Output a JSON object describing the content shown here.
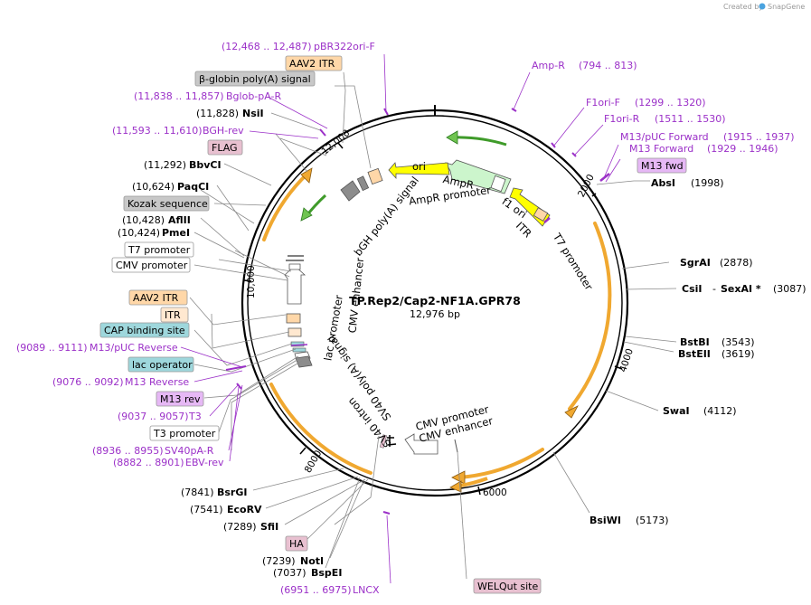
{
  "credit": {
    "text": "Created by",
    "brand": "SnapGene"
  },
  "plasmid": {
    "name": "TP.Rep2/Cap2-NF1A.GPR78",
    "length_label": "12,976 bp"
  },
  "ticks": [
    "2000",
    "4000",
    "6000",
    "8000",
    "10,000",
    "12,000"
  ],
  "enzymes": [
    {
      "name": "AbsI",
      "pos": "(1998)"
    },
    {
      "name": "SgrAI",
      "pos": "(2878)"
    },
    {
      "name": "CsiI",
      "name2": "SexAI *",
      "pos": "(3087)"
    },
    {
      "name": "BstBI",
      "pos": "(3543)"
    },
    {
      "name": "BstEII",
      "pos": "(3619)"
    },
    {
      "name": "SwaI",
      "pos": "(4112)"
    },
    {
      "name": "BsiWI",
      "pos": "(5173)"
    },
    {
      "name": "BspEI",
      "pos": "(7037)"
    },
    {
      "name": "NotI",
      "pos": "(7239)"
    },
    {
      "name": "SfiI",
      "pos": "(7289)"
    },
    {
      "name": "EcoRV",
      "pos": "(7541)"
    },
    {
      "name": "BsrGI",
      "pos": "(7841)"
    },
    {
      "name": "PmeI",
      "pos": "(10,424)"
    },
    {
      "name": "AflII",
      "pos": "(10,428)"
    },
    {
      "name": "PaqCI",
      "pos": "(10,624)"
    },
    {
      "name": "BbvCI",
      "pos": "(11,292)"
    },
    {
      "name": "NsiI",
      "pos": "(11,828)"
    }
  ],
  "primers": [
    {
      "name": "pBR322ori-F",
      "pos": "(12,468 .. 12,487)"
    },
    {
      "name": "Amp-R",
      "pos": "(794 .. 813)"
    },
    {
      "name": "F1ori-F",
      "pos": "(1299 .. 1320)"
    },
    {
      "name": "F1ori-R",
      "pos": "(1511 .. 1530)"
    },
    {
      "name": "M13/pUC Forward",
      "pos": "(1915 .. 1937)"
    },
    {
      "name": "M13 Forward",
      "pos": "(1929 .. 1946)"
    },
    {
      "name": "Bglob-pA-R",
      "pos": "(11,838 .. 11,857)"
    },
    {
      "name": "BGH-rev",
      "pos": "(11,593 .. 11,610)"
    },
    {
      "name": "M13/pUC Reverse",
      "pos": "(9089 .. 9111)"
    },
    {
      "name": "M13 Reverse",
      "pos": "(9076 .. 9092)"
    },
    {
      "name": "T3",
      "pos": "(9037 .. 9057)"
    },
    {
      "name": "SV40pA-R",
      "pos": "(8936 .. 8955)"
    },
    {
      "name": "EBV-rev",
      "pos": "(8882 .. 8901)"
    },
    {
      "name": "LNCX",
      "pos": "(6951 .. 6975)"
    }
  ],
  "boxed_features": {
    "aav2_itr_top": "AAV2 ITR",
    "bglobin": "β-globin poly(A) signal",
    "flag": "FLAG",
    "kozak": "Kozak sequence",
    "t7_promoter": "T7 promoter",
    "cmv_promoter": "CMV promoter",
    "aav2_itr_left": "AAV2 ITR",
    "itr": "ITR",
    "cap_binding": "CAP binding site",
    "lac_operator": "lac operator",
    "m13_rev": "M13 rev",
    "t3_promoter": "T3 promoter",
    "m13_fwd": "M13 fwd",
    "ha": "HA",
    "welqut": "WELQut site"
  },
  "inner_labels": {
    "ori": "ori",
    "ampr": "AmpR",
    "ampr_promoter": "AmpR promoter",
    "f1_ori": "f1 ori",
    "itr": "ITR",
    "t7_promoter": "T7 promoter",
    "bgh": "bGH poly(A) signal",
    "cmv_enhancer_left": "CMV enhancer",
    "lac_promoter": "lac promoter",
    "sv40_polya": "SV40 poly(A) signal",
    "sv40_intron": "SV40 intron",
    "cmv_promoter_bottom": "CMV promoter",
    "cmv_enhancer_bottom": "CMV enhancer"
  },
  "colors": {
    "ring": "#000000",
    "orf_arrow": "#f0a830",
    "primer": "#9b30c8",
    "ori": "#ffff00",
    "ampr": "#ccf5cc",
    "itr": "#ffd7a8",
    "boxed_gray": "#c8c8c8",
    "boxed_pink": "#e8c0d0",
    "boxed_teal": "#9ed7dc",
    "boxed_purple": "#e6b8f5"
  }
}
